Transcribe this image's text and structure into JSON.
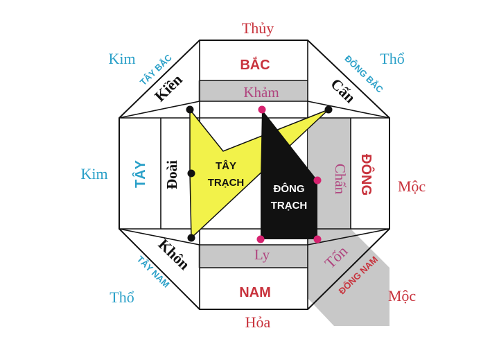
{
  "colors": {
    "red": "#c8323c",
    "teal": "#2aa0c8",
    "magenta": "#b0457f",
    "black": "#111111",
    "gray": "#c8c8c8",
    "yellow": "#f2f24a",
    "dot_magenta": "#d6226f"
  },
  "elements": {
    "top": "Thủy",
    "bottom": "Hỏa",
    "left": "Kim",
    "right": "Mộc",
    "top_left": "Kim",
    "top_right": "Thổ",
    "bottom_left": "Thổ",
    "bottom_right": "Mộc"
  },
  "directions": {
    "north": "BẮC",
    "south": "NAM",
    "west": "TÂY",
    "east": "ĐÔNG",
    "northwest": "TÂY BẮC",
    "northeast": "ĐÔNG BẮC",
    "southwest": "TÂY NAM",
    "southeast": "ĐÔNG NAM"
  },
  "trigrams": {
    "kham": "Khảm",
    "ly": "Ly",
    "doai": "Đoài",
    "chan": "Chấn",
    "kien": "Kiền",
    "can": "Cấn",
    "khon": "Khôn",
    "ton": "Tốn"
  },
  "groups": {
    "tay_line1": "TÂY",
    "tay_line2": "TRẠCH",
    "dong_line1": "ĐÔNG",
    "dong_line2": "TRẠCH"
  }
}
